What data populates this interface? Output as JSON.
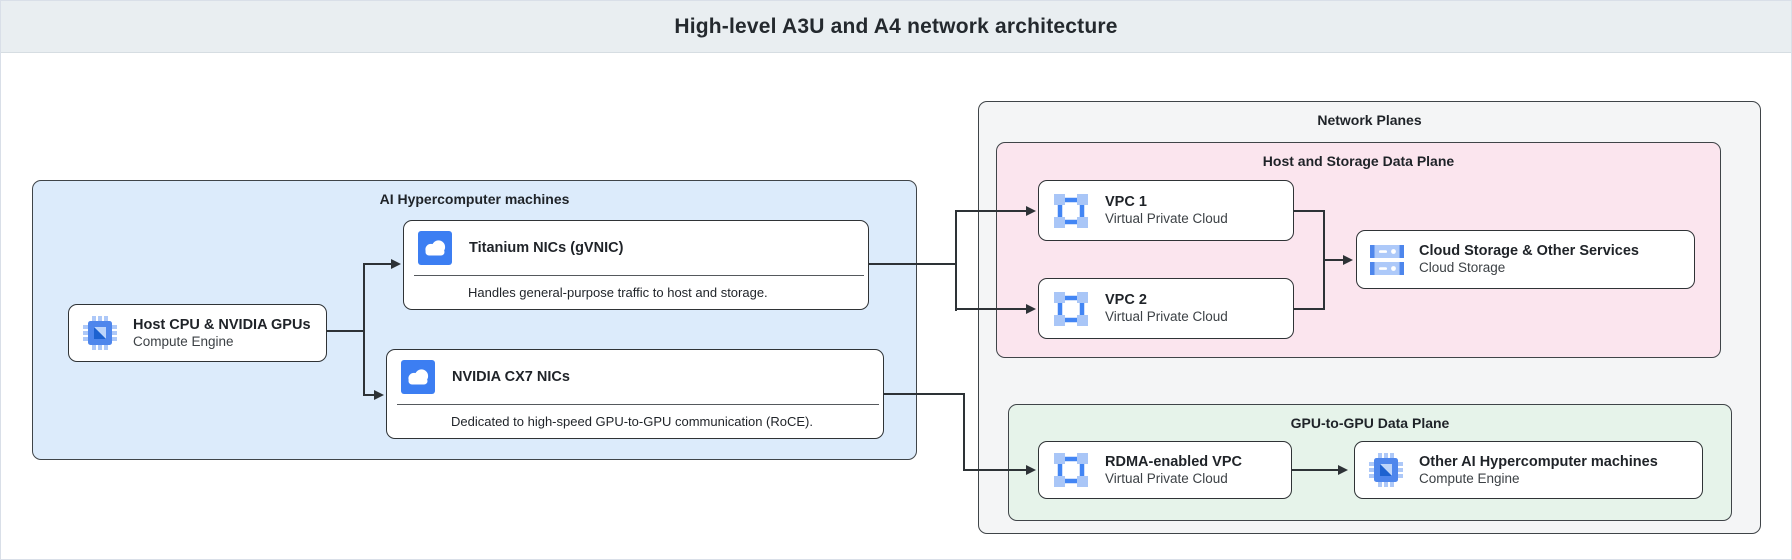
{
  "header": {
    "title": "High-level A3U and A4 network architecture"
  },
  "groups": {
    "ai_machines": {
      "label": "AI Hypercomputer machines"
    },
    "network_planes": {
      "label": "Network Planes"
    },
    "host_storage_plane": {
      "label": "Host and Storage Data Plane"
    },
    "gpu_plane": {
      "label": "GPU-to-GPU Data Plane"
    }
  },
  "nodes": {
    "host_cpu": {
      "title": "Host CPU & NVIDIA GPUs",
      "subtitle": "Compute Engine",
      "icon": "compute-chip-icon"
    },
    "titanium_nic": {
      "title": "Titanium NICs (gVNIC)",
      "description": "Handles general-purpose traffic to host and storage.",
      "icon": "cloud-icon"
    },
    "cx7_nic": {
      "title": "NVIDIA CX7 NICs",
      "description": "Dedicated to high-speed GPU-to-GPU communication (RoCE).",
      "icon": "cloud-icon"
    },
    "vpc1": {
      "title": "VPC 1",
      "subtitle": "Virtual Private Cloud",
      "icon": "vpc-icon"
    },
    "vpc2": {
      "title": "VPC 2",
      "subtitle": "Virtual Private Cloud",
      "icon": "vpc-icon"
    },
    "cloud_storage": {
      "title": "Cloud Storage & Other Services",
      "subtitle": "Cloud Storage",
      "icon": "storage-icon"
    },
    "rdma_vpc": {
      "title": "RDMA-enabled VPC",
      "subtitle": "Virtual Private Cloud",
      "icon": "vpc-icon"
    },
    "other_ai": {
      "title": "Other AI Hypercomputer machines",
      "subtitle": "Compute Engine",
      "icon": "compute-chip-icon"
    }
  },
  "colors": {
    "canvas_bg": "#ffffff",
    "page_border": "#d9dfe8",
    "header_bg": "#e9eef1",
    "ai_box_bg": "#dcebfb",
    "planes_box_bg": "#f4f5f6",
    "host_storage_bg": "#fbe5ee",
    "gpu_plane_bg": "#e6f3ea",
    "box_border": "#3f4448",
    "node_border": "#2f3336",
    "node_bg": "#ffffff",
    "line": "#2d3236",
    "title_text": "#24292e",
    "primary_text": "#1f2328",
    "secondary_text": "#3c4145",
    "icon_blue": "#4285f4",
    "icon_light_blue": "#aecbfa"
  }
}
